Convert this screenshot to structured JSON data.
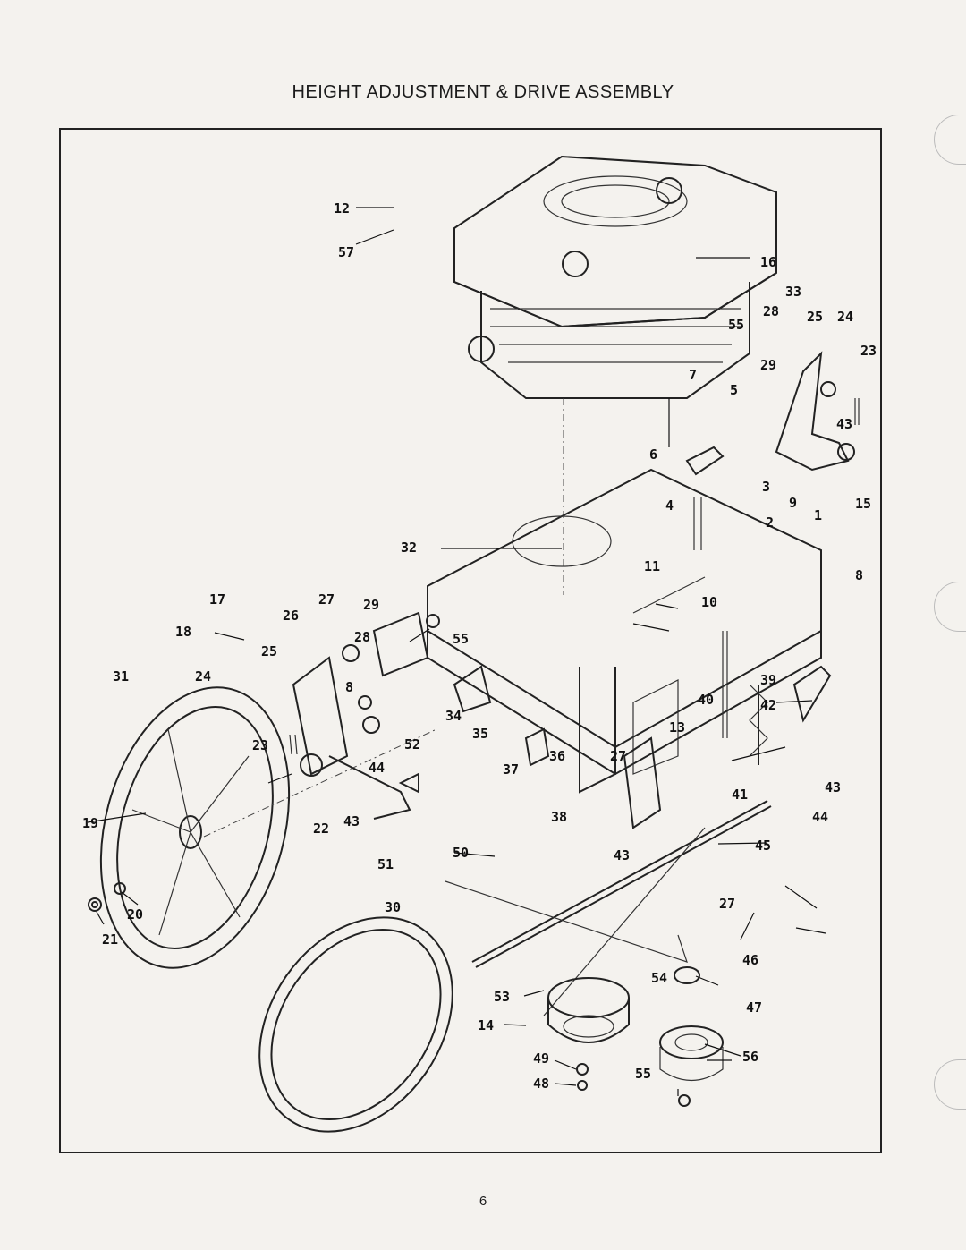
{
  "page": {
    "title": "HEIGHT ADJUSTMENT & DRIVE ASSEMBLY",
    "number": "6"
  },
  "diagram": {
    "callouts": [
      "1",
      "2",
      "3",
      "4",
      "5",
      "6",
      "7",
      "8",
      "9",
      "10",
      "11",
      "12",
      "13",
      "14",
      "15",
      "16",
      "17",
      "18",
      "19",
      "20",
      "21",
      "22",
      "23",
      "24",
      "25",
      "26",
      "27",
      "28",
      "29",
      "30",
      "31",
      "32",
      "33",
      "34",
      "35",
      "36",
      "37",
      "38",
      "39",
      "40",
      "41",
      "42",
      "43",
      "44",
      "45",
      "46",
      "47",
      "48",
      "49",
      "50",
      "51",
      "52",
      "53",
      "54",
      "55",
      "56",
      "57"
    ]
  }
}
